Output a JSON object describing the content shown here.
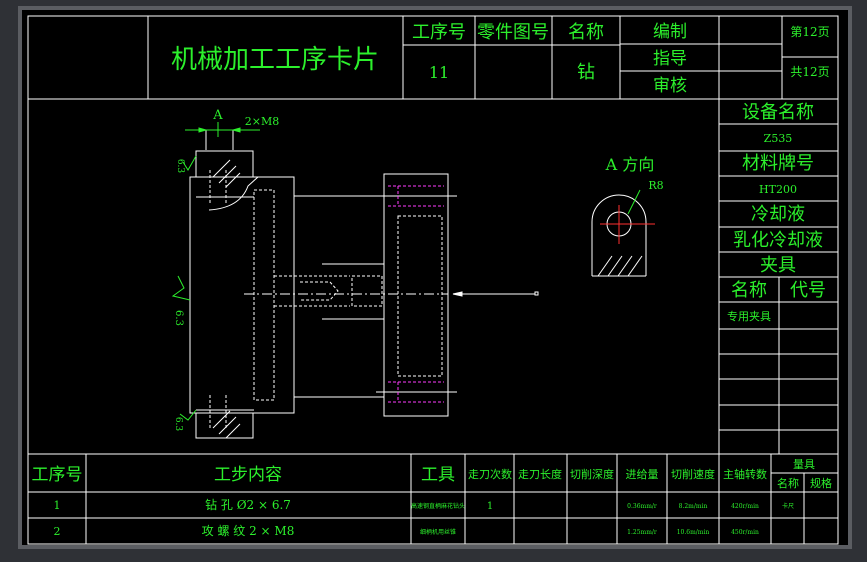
{
  "header": {
    "title": "机械加工工序卡片",
    "process_no_label": "工序号",
    "part_drawing_label": "零件图号",
    "name_label": "名称",
    "compile_label": "编制",
    "guide_label": "指导",
    "review_label": "审核",
    "page_label": "第12页",
    "total_label": "共12页",
    "process_no_value": "11",
    "name_value": "钻"
  },
  "side_panel": {
    "equipment_label": "设备名称",
    "equipment_value": "Z535",
    "material_label": "材料牌号",
    "material_value": "HT200",
    "coolant_label": "冷却液",
    "coolant_value": "乳化冷却液",
    "fixture_label": "夹具",
    "fixture_name_label": "名称",
    "fixture_code_label": "代号",
    "fixture_name_value": "专用夹具"
  },
  "drawing": {
    "dim_A": "A",
    "dim_thread": "2×M8",
    "view_label": "A 方向",
    "radius_label": "R8",
    "rough_left": "6.3",
    "rough_top": "6.3",
    "rough_bottom": "6.3"
  },
  "steps_table": {
    "headers": {
      "step_no": "工序号",
      "step_content": "工步内容",
      "tool": "工具",
      "passes": "走刀次数",
      "length": "走刀长度",
      "depth": "切削深度",
      "feed": "进给量",
      "speed": "切削速度",
      "rpm": "主轴转数",
      "gauge": "量具",
      "gauge_name": "名称",
      "gauge_spec": "规格"
    },
    "rows": [
      {
        "no": "1",
        "content": "钻  孔  Ø2 × 6.7",
        "tool": "高速钢直柄麻花钻头",
        "passes": "1",
        "feed": "0.36mm/r",
        "speed": "8.2m/min",
        "rpm": "420r/min",
        "gauge": "卡尺"
      },
      {
        "no": "2",
        "content": "攻  螺  纹  2 × M8",
        "tool": "细柄机用丝锥",
        "passes": "",
        "feed": "1.25mm/r",
        "speed": "10.6m/min",
        "rpm": "450r/min",
        "gauge": ""
      }
    ]
  },
  "colors": {
    "background": "#000000",
    "frame": "#ffffff",
    "text": "#2cf02c",
    "hidden_line": "#ff3cff",
    "centerline": "#ff3030"
  }
}
